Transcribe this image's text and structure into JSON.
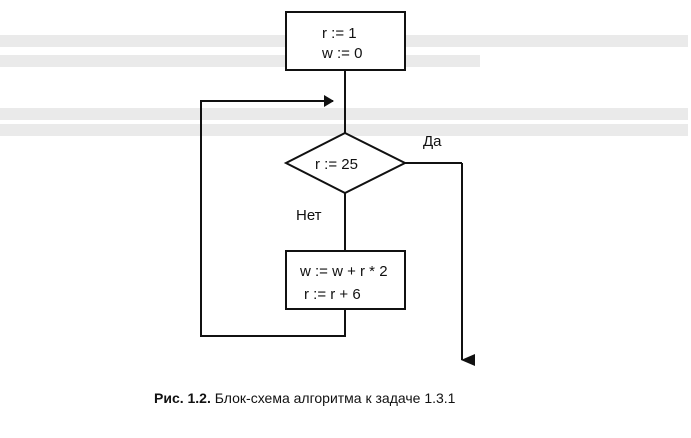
{
  "diagram": {
    "start_block": {
      "line1": "r := 1",
      "line2": "w := 0"
    },
    "condition": {
      "text": "r := 25",
      "yes_label": "Да",
      "no_label": "Нет"
    },
    "process_block": {
      "line1": "w := w + r * 2",
      "line2": "r := r + 6"
    }
  },
  "caption": {
    "label": "Рис. 1.2.",
    "text": "Блок-схема алгоритма к задаче 1.3.1"
  },
  "colors": {
    "ink": "#111111",
    "paper": "#ffffff",
    "faint_bleed": "#d8d8d8"
  }
}
